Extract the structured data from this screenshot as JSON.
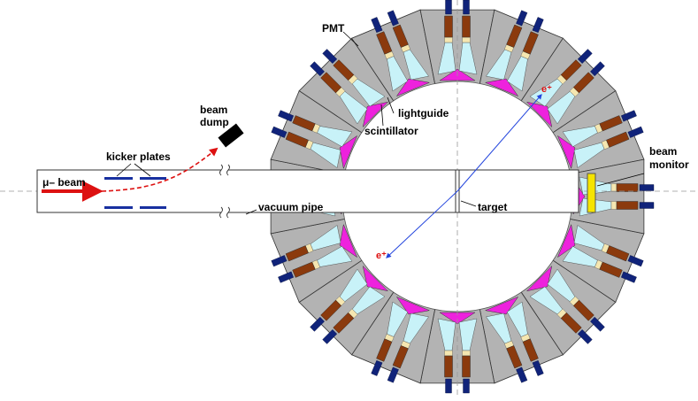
{
  "labels": {
    "pmt": "PMT",
    "lightguide": "lightguide",
    "scintillator": "scintillator",
    "beam_dump_line1": "beam",
    "beam_dump_line2": "dump",
    "kicker_plates": "kicker plates",
    "mu_beam": "μ– beam",
    "vacuum_pipe": "vacuum pipe",
    "target": "target",
    "beam_monitor_line1": "beam",
    "beam_monitor_line2": "monitor",
    "positron_upper": "e⁺",
    "positron_lower": "e⁺"
  },
  "detector": {
    "segment_count": 16,
    "pmts_per_segment": 2
  },
  "colors": {
    "housing": "#b3b3b3",
    "lightguide": "#c8f2f8",
    "scintillator": "#ee22dd",
    "pmt_body": "#8b3a0d",
    "pmt_cap": "#10237a",
    "pmt_window": "#f5e6b0",
    "kicker": "#1830a0",
    "beam_arrow": "#dd1111",
    "beam_monitor": "#f5e400",
    "beam_dump": "#000000",
    "positron_track": "#2244dd",
    "label_color": "#000000"
  }
}
